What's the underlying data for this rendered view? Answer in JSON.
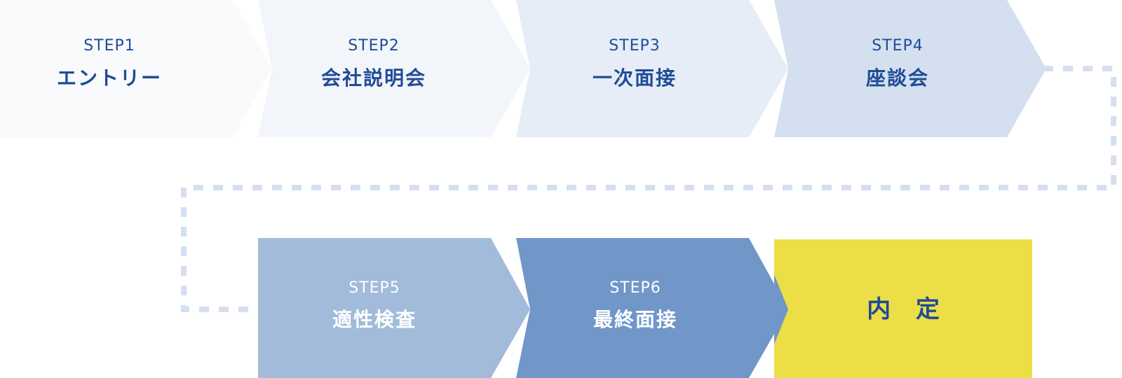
{
  "colors": {
    "step1_fill": "#f8fafc",
    "step2_fill": "#f2f5fa",
    "step3_fill": "#e6edf6",
    "step4_fill": "#d4e0ef",
    "step5_fill": "#a2bbda",
    "step6_fill": "#7196c8",
    "final_fill": "#ecde47",
    "dark_text": "#1f4c96",
    "light_text": "#ffffff",
    "connector": "#d4e0ef"
  },
  "steps": [
    {
      "label": "STEP1",
      "title": "エントリー"
    },
    {
      "label": "STEP2",
      "title": "会社説明会"
    },
    {
      "label": "STEP3",
      "title": "一次面接"
    },
    {
      "label": "STEP4",
      "title": "座談会"
    },
    {
      "label": "STEP5",
      "title": "適性検査"
    },
    {
      "label": "STEP6",
      "title": "最終面接"
    }
  ],
  "final": {
    "title": "内 定"
  }
}
